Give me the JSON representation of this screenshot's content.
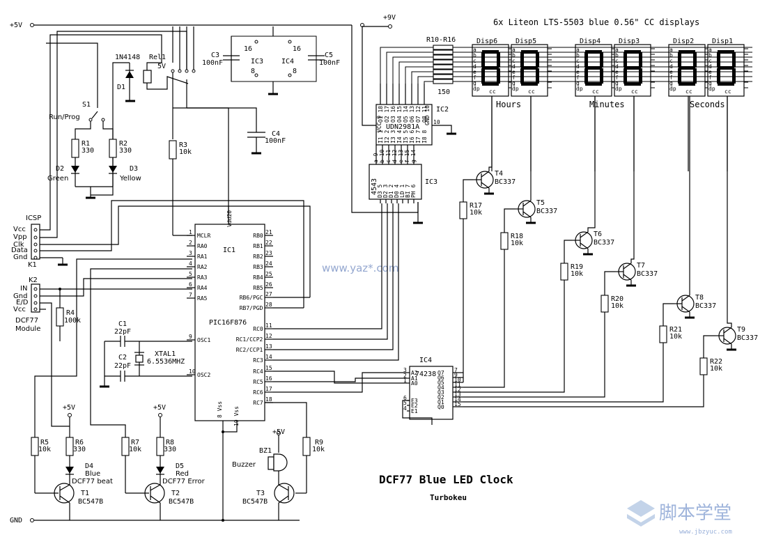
{
  "title": "DCF77 Blue LED Clock",
  "author": "Turbokeu",
  "watermark": "www.yaz*.com",
  "site_logo": "脚本学堂",
  "site_url": "www.jbzyuc.com",
  "display_header": "6x Liteon LTS-5503 blue 0.56\" CC displays",
  "rails": {
    "v5": "+5V",
    "v9": "+9V",
    "gnd": "GND"
  },
  "groups": {
    "hours": "Hours",
    "minutes": "Minutes",
    "seconds": "Seconds"
  },
  "displays": [
    "Disp6",
    "Disp5",
    "Disp4",
    "Disp3",
    "Disp2",
    "Disp1"
  ],
  "seg_letters": [
    "a",
    "b",
    "c",
    "d",
    "e",
    "f",
    "g",
    "dp"
  ],
  "resistor_pack": {
    "name": "R10-R16",
    "value": "150"
  },
  "ic1": {
    "name": "IC1",
    "part": "PIC16F876",
    "vdd": "Vdd20",
    "left_pins": [
      {
        "n": "1",
        "l": "MCLR"
      },
      {
        "n": "2",
        "l": "RA0"
      },
      {
        "n": "3",
        "l": "RA1"
      },
      {
        "n": "4",
        "l": "RA2"
      },
      {
        "n": "5",
        "l": "RA3"
      },
      {
        "n": "6",
        "l": "RA4"
      },
      {
        "n": "7",
        "l": "RA5"
      },
      {
        "n": "9",
        "l": "OSC1"
      },
      {
        "n": "10",
        "l": "OSC2"
      }
    ],
    "right_pins": [
      {
        "n": "21",
        "l": "RB0"
      },
      {
        "n": "22",
        "l": "RB1"
      },
      {
        "n": "23",
        "l": "RB2"
      },
      {
        "n": "24",
        "l": "RB3"
      },
      {
        "n": "25",
        "l": "RB4"
      },
      {
        "n": "26",
        "l": "RB5"
      },
      {
        "n": "27",
        "l": "RB6/PGC"
      },
      {
        "n": "28",
        "l": "RB7/PGD"
      },
      {
        "n": "11",
        "l": "RC0"
      },
      {
        "n": "12",
        "l": "RC1/CCP2"
      },
      {
        "n": "13",
        "l": "RC2/CCP1"
      },
      {
        "n": "14",
        "l": "RC3"
      },
      {
        "n": "15",
        "l": "RC4"
      },
      {
        "n": "16",
        "l": "RC5"
      },
      {
        "n": "17",
        "l": "RC6"
      },
      {
        "n": "18",
        "l": "RC7"
      }
    ],
    "vss": [
      "8 Vss",
      "19 Vss"
    ]
  },
  "ic2": {
    "name": "IC2",
    "part": "UDN2981A",
    "top": [
      "O1 18",
      "O2 17",
      "O3 16",
      "O4 15",
      "O5 14",
      "O6 13",
      "O7 12",
      "O8 11"
    ],
    "bottom": [
      "I1 1",
      "I2 2",
      "I3 3",
      "I4 4",
      "I5 5",
      "I6 6",
      "I7 7",
      "I8 8"
    ],
    "vcc": "VCC 9",
    "gnd": "GND 10"
  },
  "ic3": {
    "name": "IC3",
    "part": "4543",
    "top": [
      "a 9",
      "b 10",
      "c 11",
      "d 12",
      "e 13",
      "f 15",
      "g 14"
    ],
    "bottom": [
      "D3 5",
      "D2 3",
      "D1 2",
      "D0 4",
      "LD 1",
      "BI 7",
      "PH 6"
    ]
  },
  "ic4": {
    "name": "IC4",
    "part": "74238",
    "inputs": [
      "A2 3",
      "A1 2",
      "A0 1",
      "E3 6",
      "E2 5",
      "E1 4"
    ],
    "outputs": [
      "Q7 7",
      "Q6 9",
      "Q5 10",
      "Q4 11",
      "Q3 12",
      "Q2 13",
      "Q1 14",
      "Q0 15"
    ]
  },
  "supply_ics": {
    "ic3": "IC3",
    "ic4": "IC4",
    "pin16": "16",
    "pin8": "8"
  },
  "parts": {
    "c1": {
      "n": "C1",
      "v": "22pF"
    },
    "c2": {
      "n": "C2",
      "v": "22pF"
    },
    "c3": {
      "n": "C3",
      "v": "100nF"
    },
    "c4": {
      "n": "C4",
      "v": "100nF"
    },
    "c5": {
      "n": "C5",
      "v": "100nF"
    },
    "xtal": {
      "n": "XTAL1",
      "v": "6.5536MHZ"
    },
    "r1": {
      "n": "R1",
      "v": "330"
    },
    "r2": {
      "n": "R2",
      "v": "330"
    },
    "r3": {
      "n": "R3",
      "v": "10k"
    },
    "r4": {
      "n": "R4",
      "v": "100k"
    },
    "r5": {
      "n": "R5",
      "v": "10k"
    },
    "r6": {
      "n": "R6",
      "v": "330"
    },
    "r7": {
      "n": "R7",
      "v": "10k"
    },
    "r8": {
      "n": "R8",
      "v": "330"
    },
    "r9": {
      "n": "R9",
      "v": "10k"
    },
    "r17": {
      "n": "R17",
      "v": "10k"
    },
    "r18": {
      "n": "R18",
      "v": "10k"
    },
    "r19": {
      "n": "R19",
      "v": "10k"
    },
    "r20": {
      "n": "R20",
      "v": "10k"
    },
    "r21": {
      "n": "R21",
      "v": "10k"
    },
    "r22": {
      "n": "R22",
      "v": "10k"
    },
    "d1": "D1",
    "d1part": "1N4148",
    "rel": "Rel1",
    "rel5v": "5V",
    "d2": {
      "n": "D2",
      "c": "Green"
    },
    "d3": {
      "n": "D3",
      "c": "Yellow"
    },
    "d4": {
      "n": "D4",
      "c": "Blue",
      "f": "DCF77 beat"
    },
    "d5": {
      "n": "D5",
      "c": "Red",
      "f": "DCF77 Error"
    },
    "s1": {
      "n": "S1",
      "f": "Run/Prog"
    },
    "bz1": {
      "n": "BZ1",
      "f": "Buzzer"
    },
    "t1": {
      "n": "T1",
      "p": "BC547B"
    },
    "t2": {
      "n": "T2",
      "p": "BC547B"
    },
    "t3": {
      "n": "T3",
      "p": "BC547B"
    },
    "t4": {
      "n": "T4",
      "p": "BC337"
    },
    "t5": {
      "n": "T5",
      "p": "BC337"
    },
    "t6": {
      "n": "T6",
      "p": "BC337"
    },
    "t7": {
      "n": "T7",
      "p": "BC337"
    },
    "t8": {
      "n": "T8",
      "p": "BC337"
    },
    "t9": {
      "n": "T9",
      "p": "BC337"
    }
  },
  "icsp": {
    "name": "ICSP",
    "k": "K1",
    "pins": [
      "Vcc",
      "Vpp",
      "Clk",
      "Data",
      "Gnd"
    ]
  },
  "dcf": {
    "k": "K2",
    "pins": [
      "IN",
      "Gnd",
      "E/D",
      "Vcc"
    ],
    "name1": "DCF77",
    "name2": "Module"
  }
}
